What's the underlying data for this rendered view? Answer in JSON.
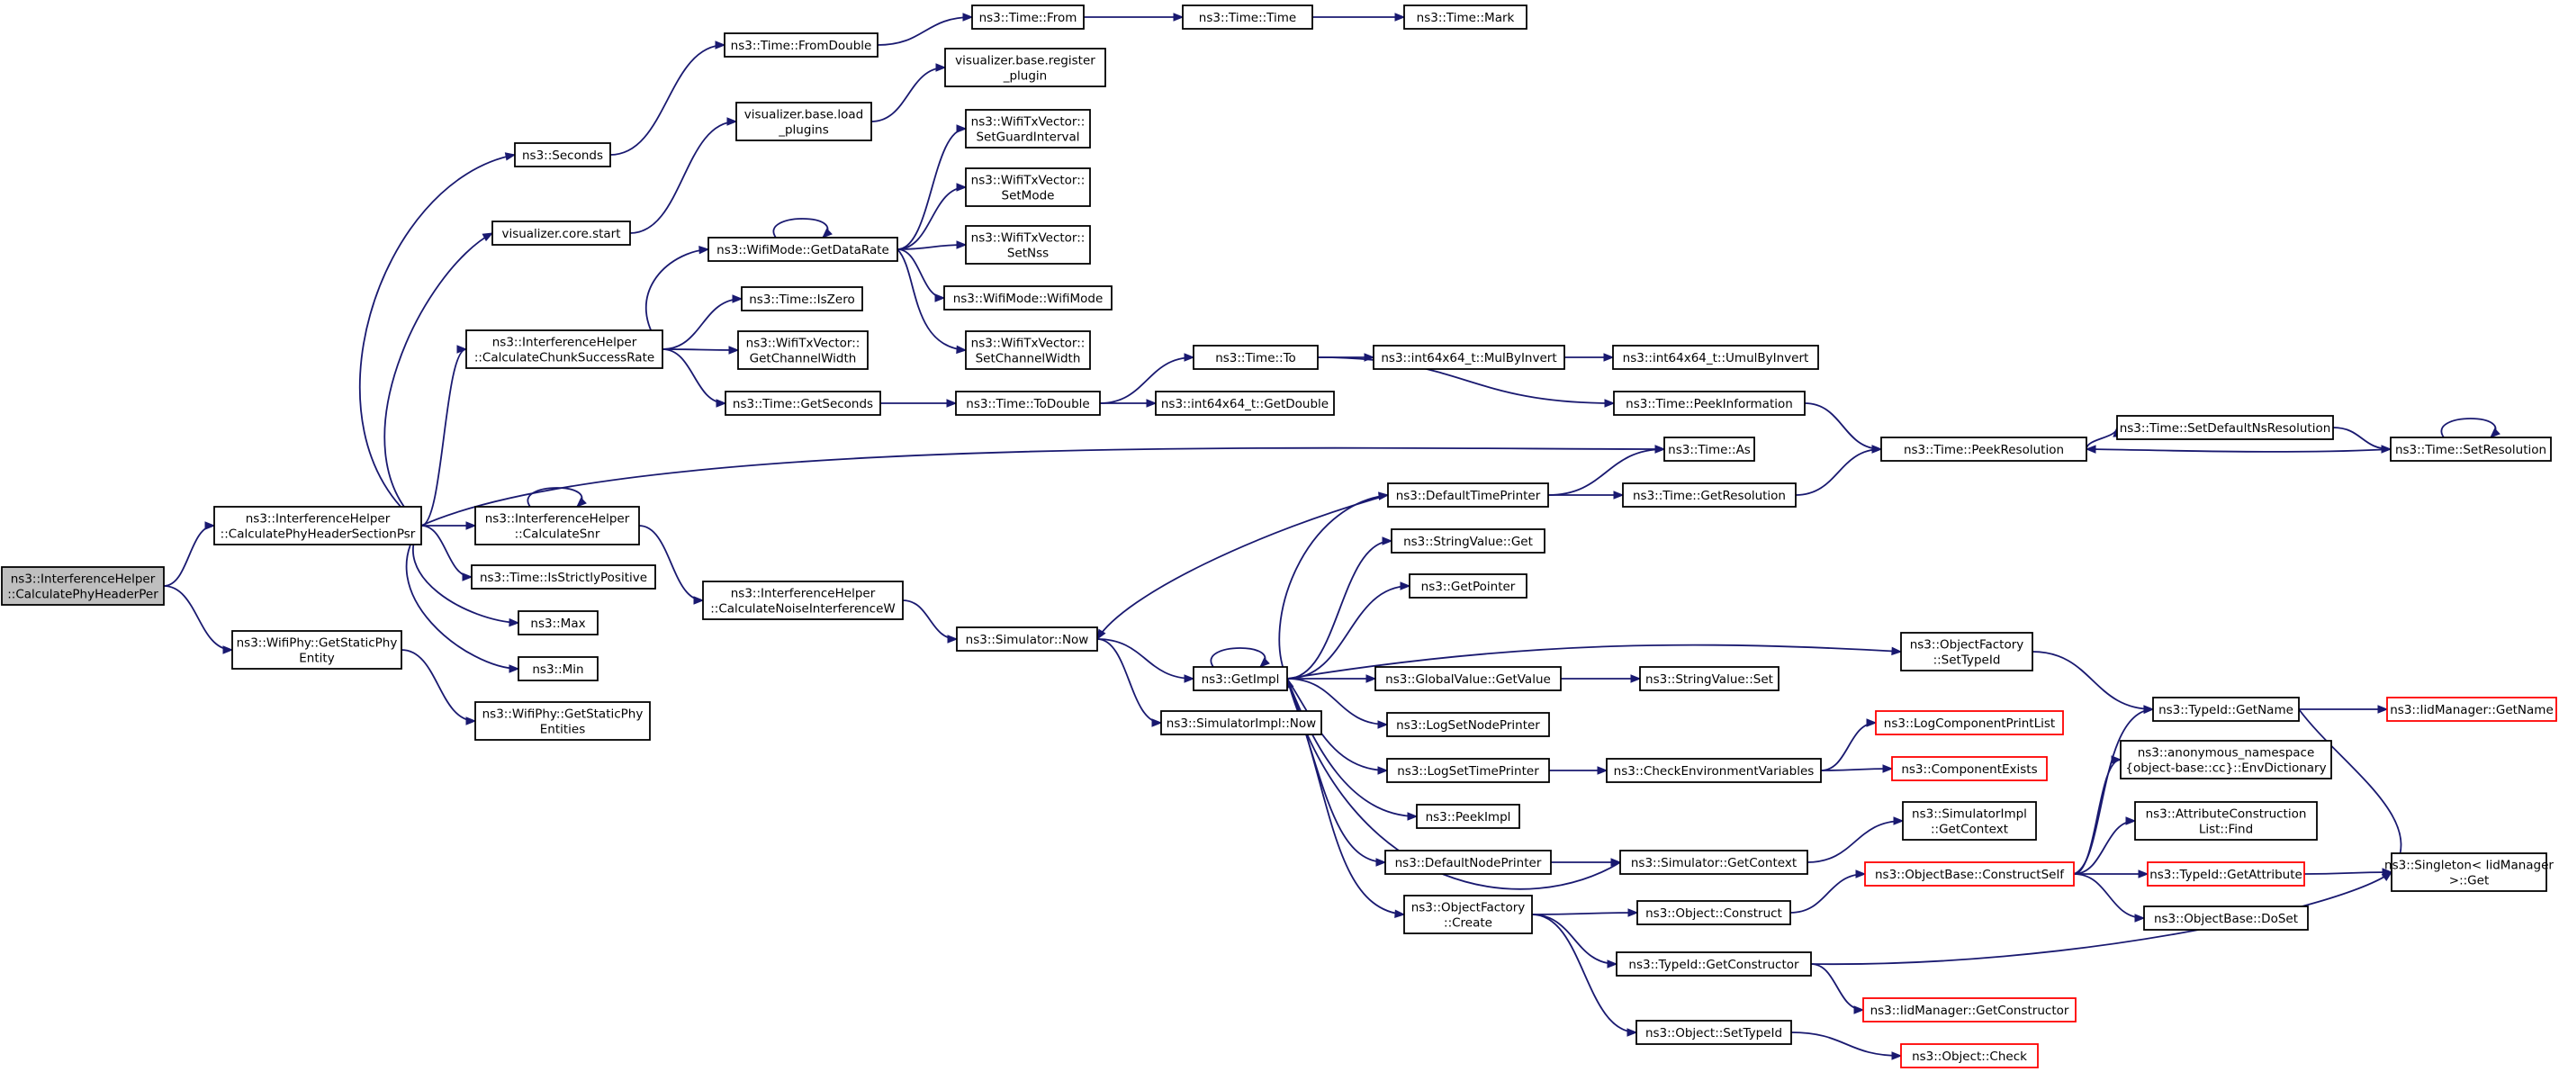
{
  "colors": {
    "edge": "#191970",
    "node_border": "#000000",
    "truncated_border": "#ff0000",
    "root_fill": "#bfbfbf",
    "background": "#ffffff"
  },
  "nodes": [
    {
      "id": "root",
      "lines": [
        "ns3::InterferenceHelper",
        "::CalculatePhyHeaderPer"
      ],
      "style": "root"
    },
    {
      "id": "calcPsr",
      "lines": [
        "ns3::InterferenceHelper",
        "::CalculatePhyHeaderSectionPsr"
      ]
    },
    {
      "id": "getStaticPhyEntity",
      "lines": [
        "ns3::WifiPhy::GetStaticPhy",
        "Entity"
      ]
    },
    {
      "id": "getStaticPhyEntities",
      "lines": [
        "ns3::WifiPhy::GetStaticPhy",
        "Entities"
      ]
    },
    {
      "id": "seconds",
      "lines": [
        "ns3::Seconds"
      ]
    },
    {
      "id": "vizStart",
      "lines": [
        "visualizer.core.start"
      ]
    },
    {
      "id": "chunkSuccess",
      "lines": [
        "ns3::InterferenceHelper",
        "::CalculateChunkSuccessRate"
      ]
    },
    {
      "id": "calcSnr",
      "lines": [
        "ns3::InterferenceHelper",
        "::CalculateSnr"
      ]
    },
    {
      "id": "isStrictlyPositive",
      "lines": [
        "ns3::Time::IsStrictlyPositive"
      ]
    },
    {
      "id": "max",
      "lines": [
        "ns3::Max"
      ]
    },
    {
      "id": "min",
      "lines": [
        "ns3::Min"
      ]
    },
    {
      "id": "fromDouble",
      "lines": [
        "ns3::Time::FromDouble"
      ]
    },
    {
      "id": "vizLoad",
      "lines": [
        "visualizer.base.load",
        "_plugins"
      ]
    },
    {
      "id": "getDataRate",
      "lines": [
        "ns3::WifiMode::GetDataRate"
      ]
    },
    {
      "id": "isZero",
      "lines": [
        "ns3::Time::IsZero"
      ]
    },
    {
      "id": "getChannelWidth",
      "lines": [
        "ns3::WifiTxVector::",
        "GetChannelWidth"
      ]
    },
    {
      "id": "getSeconds",
      "lines": [
        "ns3::Time::GetSeconds"
      ]
    },
    {
      "id": "calcNoise",
      "lines": [
        "ns3::InterferenceHelper",
        "::CalculateNoiseInterferenceW"
      ]
    },
    {
      "id": "timeFrom",
      "lines": [
        "ns3::Time::From"
      ]
    },
    {
      "id": "vizRegister",
      "lines": [
        "visualizer.base.register",
        "_plugin"
      ]
    },
    {
      "id": "setGuard",
      "lines": [
        "ns3::WifiTxVector::",
        "SetGuardInterval"
      ]
    },
    {
      "id": "setMode",
      "lines": [
        "ns3::WifiTxVector::",
        "SetMode"
      ]
    },
    {
      "id": "setNss",
      "lines": [
        "ns3::WifiTxVector::",
        "SetNss"
      ]
    },
    {
      "id": "wifiModeCtor",
      "lines": [
        "ns3::WifiMode::WifiMode"
      ]
    },
    {
      "id": "setChannelWidth",
      "lines": [
        "ns3::WifiTxVector::",
        "SetChannelWidth"
      ]
    },
    {
      "id": "toDouble",
      "lines": [
        "ns3::Time::ToDouble"
      ]
    },
    {
      "id": "simNow",
      "lines": [
        "ns3::Simulator::Now"
      ]
    },
    {
      "id": "timeTime",
      "lines": [
        "ns3::Time::Time"
      ]
    },
    {
      "id": "timeMark",
      "lines": [
        "ns3::Time::Mark"
      ]
    },
    {
      "id": "timeTo",
      "lines": [
        "ns3::Time::To"
      ]
    },
    {
      "id": "int64GetDouble",
      "lines": [
        "ns3::int64x64_t::GetDouble"
      ]
    },
    {
      "id": "getImpl",
      "lines": [
        "ns3::GetImpl"
      ]
    },
    {
      "id": "simImplNow",
      "lines": [
        "ns3::SimulatorImpl::Now"
      ]
    },
    {
      "id": "mulByInvert",
      "lines": [
        "ns3::int64x64_t::MulByInvert"
      ]
    },
    {
      "id": "umulByInvert",
      "lines": [
        "ns3::int64x64_t::UmulByInvert"
      ]
    },
    {
      "id": "peekInfo",
      "lines": [
        "ns3::Time::PeekInformation"
      ]
    },
    {
      "id": "timeAs",
      "lines": [
        "ns3::Time::As"
      ]
    },
    {
      "id": "defaultTimePrinter",
      "lines": [
        "ns3::DefaultTimePrinter"
      ]
    },
    {
      "id": "stringValueGet",
      "lines": [
        "ns3::StringValue::Get"
      ]
    },
    {
      "id": "getPointer",
      "lines": [
        "ns3::GetPointer"
      ]
    },
    {
      "id": "globalValueGet",
      "lines": [
        "ns3::GlobalValue::GetValue"
      ]
    },
    {
      "id": "logSetNodePrinter",
      "lines": [
        "ns3::LogSetNodePrinter"
      ]
    },
    {
      "id": "logSetTimePrinter",
      "lines": [
        "ns3::LogSetTimePrinter"
      ]
    },
    {
      "id": "peekImpl",
      "lines": [
        "ns3::PeekImpl"
      ]
    },
    {
      "id": "defaultNodePrinter",
      "lines": [
        "ns3::DefaultNodePrinter"
      ]
    },
    {
      "id": "objFactoryCreate",
      "lines": [
        "ns3::ObjectFactory",
        "::Create"
      ]
    },
    {
      "id": "getResolution",
      "lines": [
        "ns3::Time::GetResolution"
      ]
    },
    {
      "id": "peekResolution",
      "lines": [
        "ns3::Time::PeekResolution"
      ]
    },
    {
      "id": "setDefaultNsRes",
      "lines": [
        "ns3::Time::SetDefaultNsResolution"
      ]
    },
    {
      "id": "setResolution",
      "lines": [
        "ns3::Time::SetResolution"
      ]
    },
    {
      "id": "stringValueSet",
      "lines": [
        "ns3::StringValue::Set"
      ]
    },
    {
      "id": "checkEnv",
      "lines": [
        "ns3::CheckEnvironmentVariables"
      ]
    },
    {
      "id": "simGetContext",
      "lines": [
        "ns3::Simulator::GetContext"
      ]
    },
    {
      "id": "objConstruct",
      "lines": [
        "ns3::Object::Construct"
      ]
    },
    {
      "id": "typeIdGetConstructor",
      "lines": [
        "ns3::TypeId::GetConstructor"
      ]
    },
    {
      "id": "objSetTypeId",
      "lines": [
        "ns3::Object::SetTypeId"
      ]
    },
    {
      "id": "factorySetTypeId",
      "lines": [
        "ns3::ObjectFactory",
        "::SetTypeId"
      ]
    },
    {
      "id": "logComponentPrintList",
      "lines": [
        "ns3::LogComponentPrintList"
      ],
      "style": "trunc"
    },
    {
      "id": "componentExists",
      "lines": [
        "ns3::ComponentExists"
      ],
      "style": "trunc"
    },
    {
      "id": "simImplGetContext",
      "lines": [
        "ns3::SimulatorImpl",
        "::GetContext"
      ]
    },
    {
      "id": "constructSelf",
      "lines": [
        "ns3::ObjectBase::ConstructSelf"
      ],
      "style": "trunc"
    },
    {
      "id": "iidGetConstructor",
      "lines": [
        "ns3::IidManager::GetConstructor"
      ],
      "style": "trunc"
    },
    {
      "id": "objCheck",
      "lines": [
        "ns3::Object::Check"
      ],
      "style": "trunc"
    },
    {
      "id": "typeIdGetName",
      "lines": [
        "ns3::TypeId::GetName"
      ]
    },
    {
      "id": "envDictionary",
      "lines": [
        "ns3::anonymous_namespace",
        "{object-base::cc}::EnvDictionary"
      ]
    },
    {
      "id": "attrConstructionFind",
      "lines": [
        "ns3::AttributeConstruction",
        "List::Find"
      ]
    },
    {
      "id": "typeIdGetAttribute",
      "lines": [
        "ns3::TypeId::GetAttribute"
      ],
      "style": "trunc"
    },
    {
      "id": "objBaseDoSet",
      "lines": [
        "ns3::ObjectBase::DoSet"
      ]
    },
    {
      "id": "iidGetName",
      "lines": [
        "ns3::IidManager::GetName"
      ],
      "style": "trunc"
    },
    {
      "id": "singletonGet",
      "lines": [
        "ns3::Singleton< IidManager",
        " >::Get"
      ]
    }
  ],
  "edges": [
    [
      "root",
      "calcPsr"
    ],
    [
      "root",
      "getStaticPhyEntity"
    ],
    [
      "getStaticPhyEntity",
      "getStaticPhyEntities"
    ],
    [
      "calcPsr",
      "seconds"
    ],
    [
      "calcPsr",
      "vizStart"
    ],
    [
      "calcPsr",
      "chunkSuccess"
    ],
    [
      "calcPsr",
      "calcSnr"
    ],
    [
      "calcPsr",
      "isStrictlyPositive"
    ],
    [
      "calcPsr",
      "max"
    ],
    [
      "calcPsr",
      "min"
    ],
    [
      "calcPsr",
      "timeAs"
    ],
    [
      "seconds",
      "fromDouble"
    ],
    [
      "fromDouble",
      "timeFrom"
    ],
    [
      "timeFrom",
      "timeTime"
    ],
    [
      "timeTime",
      "timeMark"
    ],
    [
      "vizStart",
      "vizLoad"
    ],
    [
      "vizLoad",
      "vizRegister"
    ],
    [
      "chunkSuccess",
      "getDataRate"
    ],
    [
      "chunkSuccess",
      "isZero"
    ],
    [
      "chunkSuccess",
      "getChannelWidth"
    ],
    [
      "chunkSuccess",
      "getSeconds"
    ],
    [
      "getDataRate",
      "getDataRate"
    ],
    [
      "getDataRate",
      "setGuard"
    ],
    [
      "getDataRate",
      "setMode"
    ],
    [
      "getDataRate",
      "setNss"
    ],
    [
      "getDataRate",
      "wifiModeCtor"
    ],
    [
      "getDataRate",
      "setChannelWidth"
    ],
    [
      "getSeconds",
      "toDouble"
    ],
    [
      "toDouble",
      "timeTo"
    ],
    [
      "toDouble",
      "int64GetDouble"
    ],
    [
      "timeTo",
      "mulByInvert"
    ],
    [
      "timeTo",
      "peekInfo"
    ],
    [
      "mulByInvert",
      "umulByInvert"
    ],
    [
      "peekInfo",
      "peekResolution"
    ],
    [
      "calcSnr",
      "calcSnr"
    ],
    [
      "calcSnr",
      "calcNoise"
    ],
    [
      "calcNoise",
      "simNow"
    ],
    [
      "simNow",
      "getImpl"
    ],
    [
      "simNow",
      "simImplNow"
    ],
    [
      "getImpl",
      "defaultTimePrinter"
    ],
    [
      "getImpl",
      "stringValueGet"
    ],
    [
      "getImpl",
      "getPointer"
    ],
    [
      "getImpl",
      "factorySetTypeId"
    ],
    [
      "getImpl",
      "globalValueGet"
    ],
    [
      "getImpl",
      "logSetNodePrinter"
    ],
    [
      "getImpl",
      "logSetTimePrinter"
    ],
    [
      "getImpl",
      "peekImpl"
    ],
    [
      "getImpl",
      "defaultNodePrinter"
    ],
    [
      "getImpl",
      "objFactoryCreate"
    ],
    [
      "getImpl",
      "getImpl"
    ],
    [
      "defaultTimePrinter",
      "timeAs"
    ],
    [
      "defaultTimePrinter",
      "getResolution"
    ],
    [
      "defaultTimePrinter",
      "simNow"
    ],
    [
      "getResolution",
      "peekResolution"
    ],
    [
      "peekResolution",
      "setDefaultNsRes"
    ],
    [
      "setDefaultNsRes",
      "setResolution"
    ],
    [
      "setResolution",
      "peekResolution"
    ],
    [
      "setResolution",
      "setResolution"
    ],
    [
      "globalValueGet",
      "stringValueSet"
    ],
    [
      "logSetTimePrinter",
      "checkEnv"
    ],
    [
      "checkEnv",
      "logComponentPrintList"
    ],
    [
      "checkEnv",
      "componentExists"
    ],
    [
      "defaultNodePrinter",
      "simGetContext"
    ],
    [
      "simGetContext",
      "simImplGetContext"
    ],
    [
      "simGetContext",
      "getImpl"
    ],
    [
      "objFactoryCreate",
      "objConstruct"
    ],
    [
      "objFactoryCreate",
      "typeIdGetConstructor"
    ],
    [
      "objFactoryCreate",
      "objSetTypeId"
    ],
    [
      "objConstruct",
      "constructSelf"
    ],
    [
      "typeIdGetConstructor",
      "iidGetConstructor"
    ],
    [
      "typeIdGetConstructor",
      "singletonGet"
    ],
    [
      "objSetTypeId",
      "objCheck"
    ],
    [
      "factorySetTypeId",
      "typeIdGetName"
    ],
    [
      "constructSelf",
      "typeIdGetName"
    ],
    [
      "constructSelf",
      "envDictionary"
    ],
    [
      "constructSelf",
      "attrConstructionFind"
    ],
    [
      "constructSelf",
      "typeIdGetAttribute"
    ],
    [
      "constructSelf",
      "objBaseDoSet"
    ],
    [
      "typeIdGetName",
      "iidGetName"
    ],
    [
      "typeIdGetName",
      "singletonGet"
    ],
    [
      "typeIdGetAttribute",
      "singletonGet"
    ]
  ]
}
